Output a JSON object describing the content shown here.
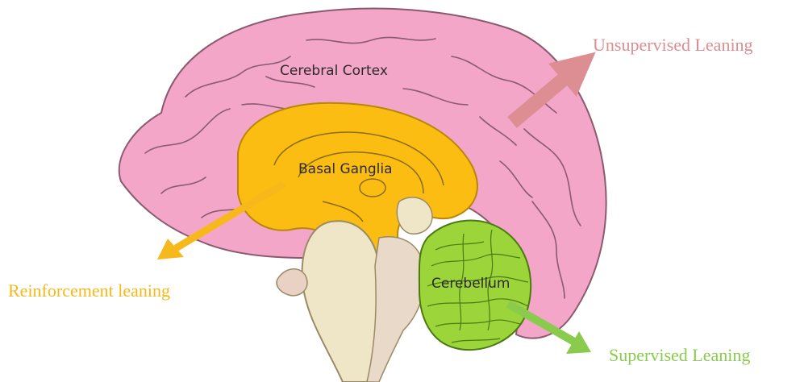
{
  "regions": {
    "cortex": "Cerebral Cortex",
    "basal_ganglia": "Basal Ganglia",
    "cerebellum": "Cerebellum"
  },
  "learning": {
    "unsupervised": "Unsupervised Leaning",
    "reinforcement": "Reinforcement leaning",
    "supervised": "Supervised Leaning"
  },
  "colors": {
    "cortex": "#f4a6c8",
    "basal_ganglia": "#fbbd12",
    "cerebellum": "#9bd53a",
    "brainstem": "#efe6c8",
    "unsupervised": "#dc8e93",
    "reinforcement": "#f6b81a",
    "supervised": "#8acb4e"
  }
}
